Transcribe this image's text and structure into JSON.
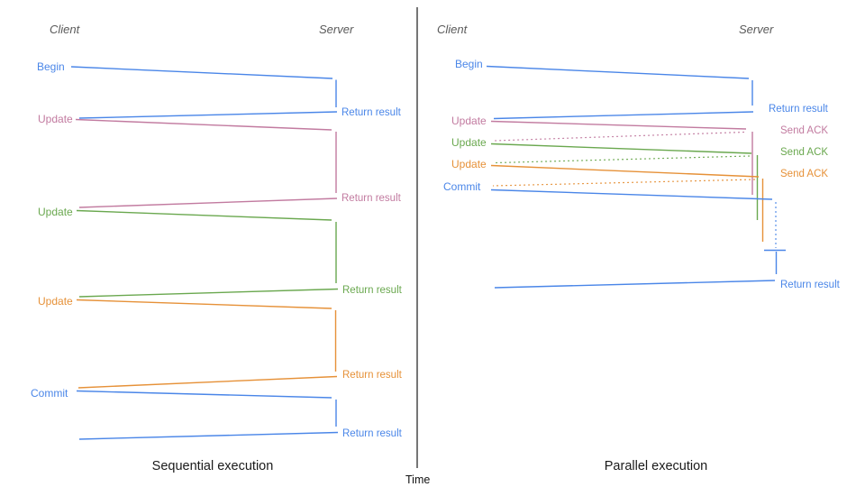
{
  "diagram": {
    "time_label": "Time",
    "colors": {
      "blue": "#4a86e8",
      "pink": "#c27ba0",
      "green": "#6aa84f",
      "orange": "#e69138",
      "axis": "#3c3c3c",
      "header_text": "#595959",
      "caption_text": "#1a1a1a"
    },
    "panels": [
      {
        "title": "Sequential execution",
        "client_label": "Client",
        "server_label": "Server",
        "messages": [
          {
            "request": "Begin",
            "color": "blue",
            "response": "Return result"
          },
          {
            "request": "Update",
            "color": "pink",
            "response": "Return result"
          },
          {
            "request": "Update",
            "color": "green",
            "response": "Return result"
          },
          {
            "request": "Update",
            "color": "orange",
            "response": "Return result"
          },
          {
            "request": "Commit",
            "color": "blue",
            "response": "Return result"
          }
        ]
      },
      {
        "title": "Parallel execution",
        "client_label": "Client",
        "server_label": "Server",
        "messages": [
          {
            "request": "Begin",
            "color": "blue",
            "response": "Return result"
          },
          {
            "request": "Update",
            "color": "pink",
            "response": "Send ACK"
          },
          {
            "request": "Update",
            "color": "green",
            "response": "Send ACK"
          },
          {
            "request": "Update",
            "color": "orange",
            "response": "Send ACK"
          },
          {
            "request": "Commit",
            "color": "blue",
            "response": "Return result"
          }
        ]
      }
    ]
  }
}
